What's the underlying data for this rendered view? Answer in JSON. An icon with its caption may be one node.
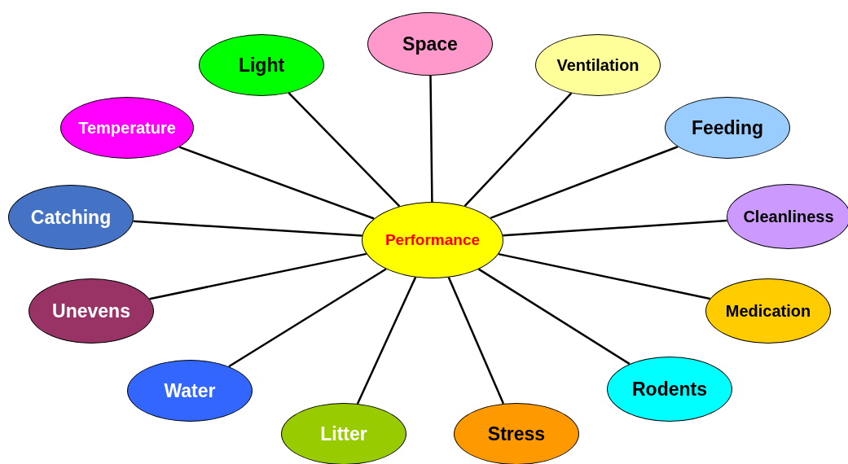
{
  "diagram": {
    "nodes": [
      {
        "text": [
          "Performance"
        ]
      },
      {
        "text": [
          "Space"
        ]
      },
      {
        "text": [
          "Light"
        ]
      },
      {
        "text": [
          "Ventilation"
        ]
      },
      {
        "text": [
          "Temperature"
        ]
      },
      {
        "text": [
          "Feeding"
        ]
      },
      {
        "text": [
          "Catching"
        ]
      },
      {
        "text": [
          "Cleanliness"
        ]
      },
      {
        "text": [
          "Unevens"
        ]
      },
      {
        "text": [
          "Medication"
        ]
      },
      {
        "text": [
          "Water"
        ]
      },
      {
        "text": [
          "Rodents"
        ]
      },
      {
        "text": [
          "Litter"
        ]
      },
      {
        "text": [
          "Stress"
        ]
      }
    ],
    "edges": [
      {
        "from": 0,
        "to": 1,
        "arrow": "none"
      },
      {
        "from": 0,
        "to": 2,
        "arrow": "none"
      },
      {
        "from": 0,
        "to": 3,
        "arrow": "none"
      },
      {
        "from": 0,
        "to": 4,
        "arrow": "none"
      },
      {
        "from": 0,
        "to": 5,
        "arrow": "none"
      },
      {
        "from": 0,
        "to": 6,
        "arrow": "none"
      },
      {
        "from": 0,
        "to": 7,
        "arrow": "none"
      },
      {
        "from": 0,
        "to": 8,
        "arrow": "none"
      },
      {
        "from": 0,
        "to": 9,
        "arrow": "none"
      },
      {
        "from": 0,
        "to": 10,
        "arrow": "none"
      },
      {
        "from": 0,
        "to": 11,
        "arrow": "none"
      },
      {
        "from": 0,
        "to": 12,
        "arrow": "none"
      },
      {
        "from": 0,
        "to": 13,
        "arrow": "none"
      }
    ]
  }
}
